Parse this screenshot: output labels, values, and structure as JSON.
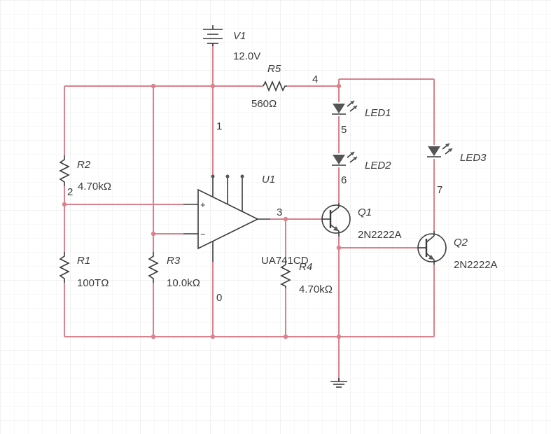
{
  "components": {
    "V1": {
      "ref": "V1",
      "value": "12.0V"
    },
    "R5": {
      "ref": "R5",
      "value": "560Ω"
    },
    "R2": {
      "ref": "R2",
      "value": "4.70kΩ"
    },
    "R1": {
      "ref": "R1",
      "value": "100TΩ"
    },
    "R3": {
      "ref": "R3",
      "value": "10.0kΩ"
    },
    "R4": {
      "ref": "R4",
      "value": "4.70kΩ"
    },
    "U1": {
      "ref": "U1",
      "value": "UA741CD"
    },
    "Q1": {
      "ref": "Q1",
      "value": "2N2222A"
    },
    "Q2": {
      "ref": "Q2",
      "value": "2N2222A"
    },
    "LED1": {
      "ref": "LED1"
    },
    "LED2": {
      "ref": "LED2"
    },
    "LED3": {
      "ref": "LED3"
    }
  },
  "nets": {
    "n0": "0",
    "n1": "1",
    "n2": "2",
    "n3": "3",
    "n4": "4",
    "n5": "5",
    "n6": "6",
    "n7": "7"
  },
  "opamp_pins": {
    "plus": "+",
    "minus": "−"
  },
  "colors": {
    "wire": "#d9828c",
    "component": "#3a3a3a",
    "grid": "#ececec",
    "background": "#ffffff"
  }
}
